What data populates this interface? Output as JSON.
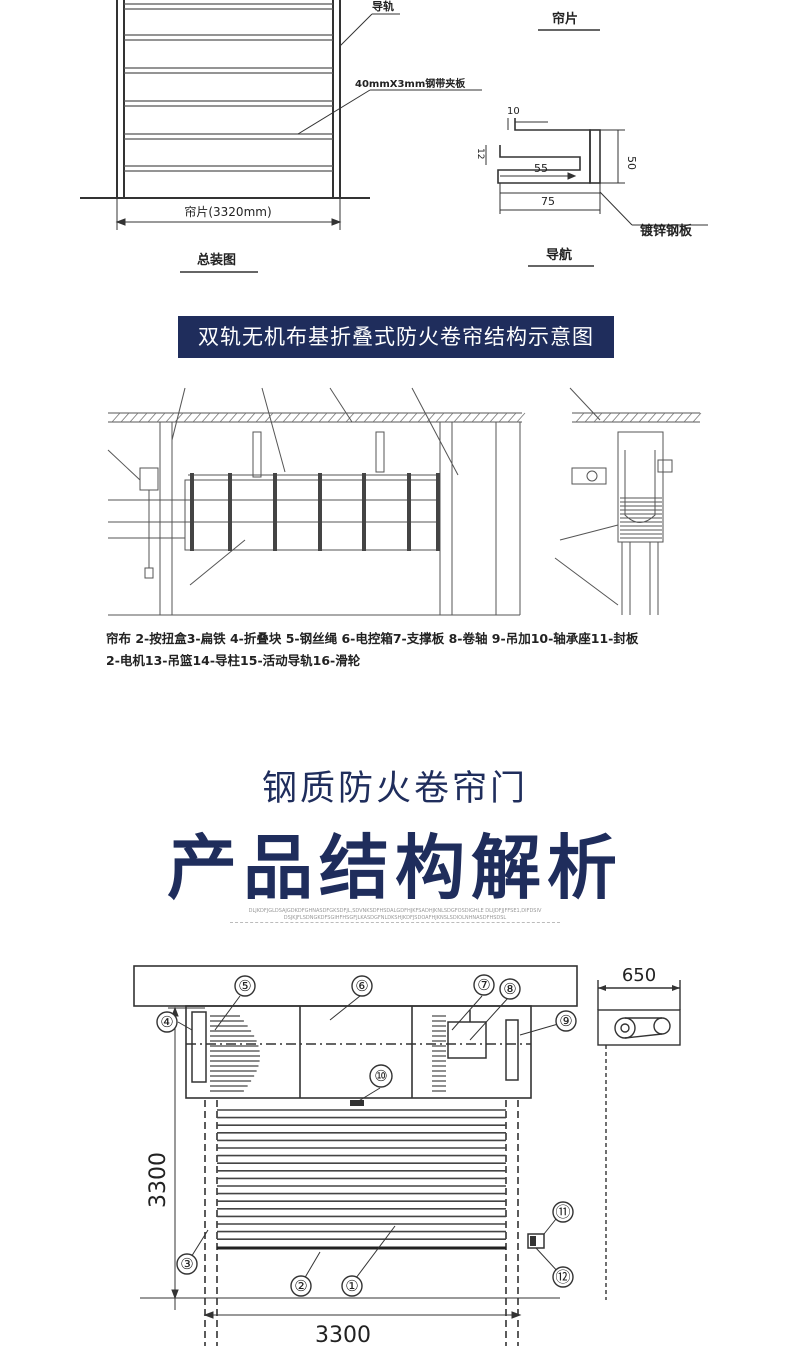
{
  "top_diagram": {
    "guide_rail_label": "导轨",
    "curtain_label_right": "帘片",
    "steel_strip_label": "40mmX3mm钢带夹板",
    "curtain_width_label": "帘片(3320mm)",
    "assembly_label": "总装图",
    "dim_10": "10",
    "dim_55": "55",
    "dim_50": "50",
    "dim_75": "75",
    "dim_12": "12",
    "galvanized_label": "镀锌钢板",
    "guide_label": "导航"
  },
  "banner": {
    "text": "双轨无机布基折叠式防火卷帘结构示意图"
  },
  "legend": {
    "line1": "帘布 2-按扭盒3-扁铁 4-折叠块 5-钢丝绳 6-电控箱7-支撑板 8-卷轴 9-吊加10-轴承座11-封板",
    "line2": "2-电机13-吊篮14-导柱15-活动导轨16-滑轮"
  },
  "headline": {
    "subtitle": "钢质防火卷帘门",
    "title": "产品结构解析",
    "fine_print_1": "DLJKDFJGLDSAJGDKDFGHNASDFGKSDFJL,SDVNKSDFHSDALGDFHJKFSADHJKNLSDGFOSDIGHLE DLIJDFJJFFSE1,DIFDSIV",
    "fine_print_2": "DSJKJFLSDNGKDFSGIHFHSGFJLKASDGFNLDKSHJKDFJSDOAFHJKNSLSDIOLNHNASDFHSDSL"
  },
  "bottom_diagram": {
    "dim_650": "650",
    "dim_3300_v": "3300",
    "dim_3300_h": "3300",
    "markers": [
      "①",
      "②",
      "③",
      "④",
      "⑤",
      "⑥",
      "⑦",
      "⑧",
      "⑨",
      "⑩",
      "⑪",
      "⑫"
    ]
  }
}
